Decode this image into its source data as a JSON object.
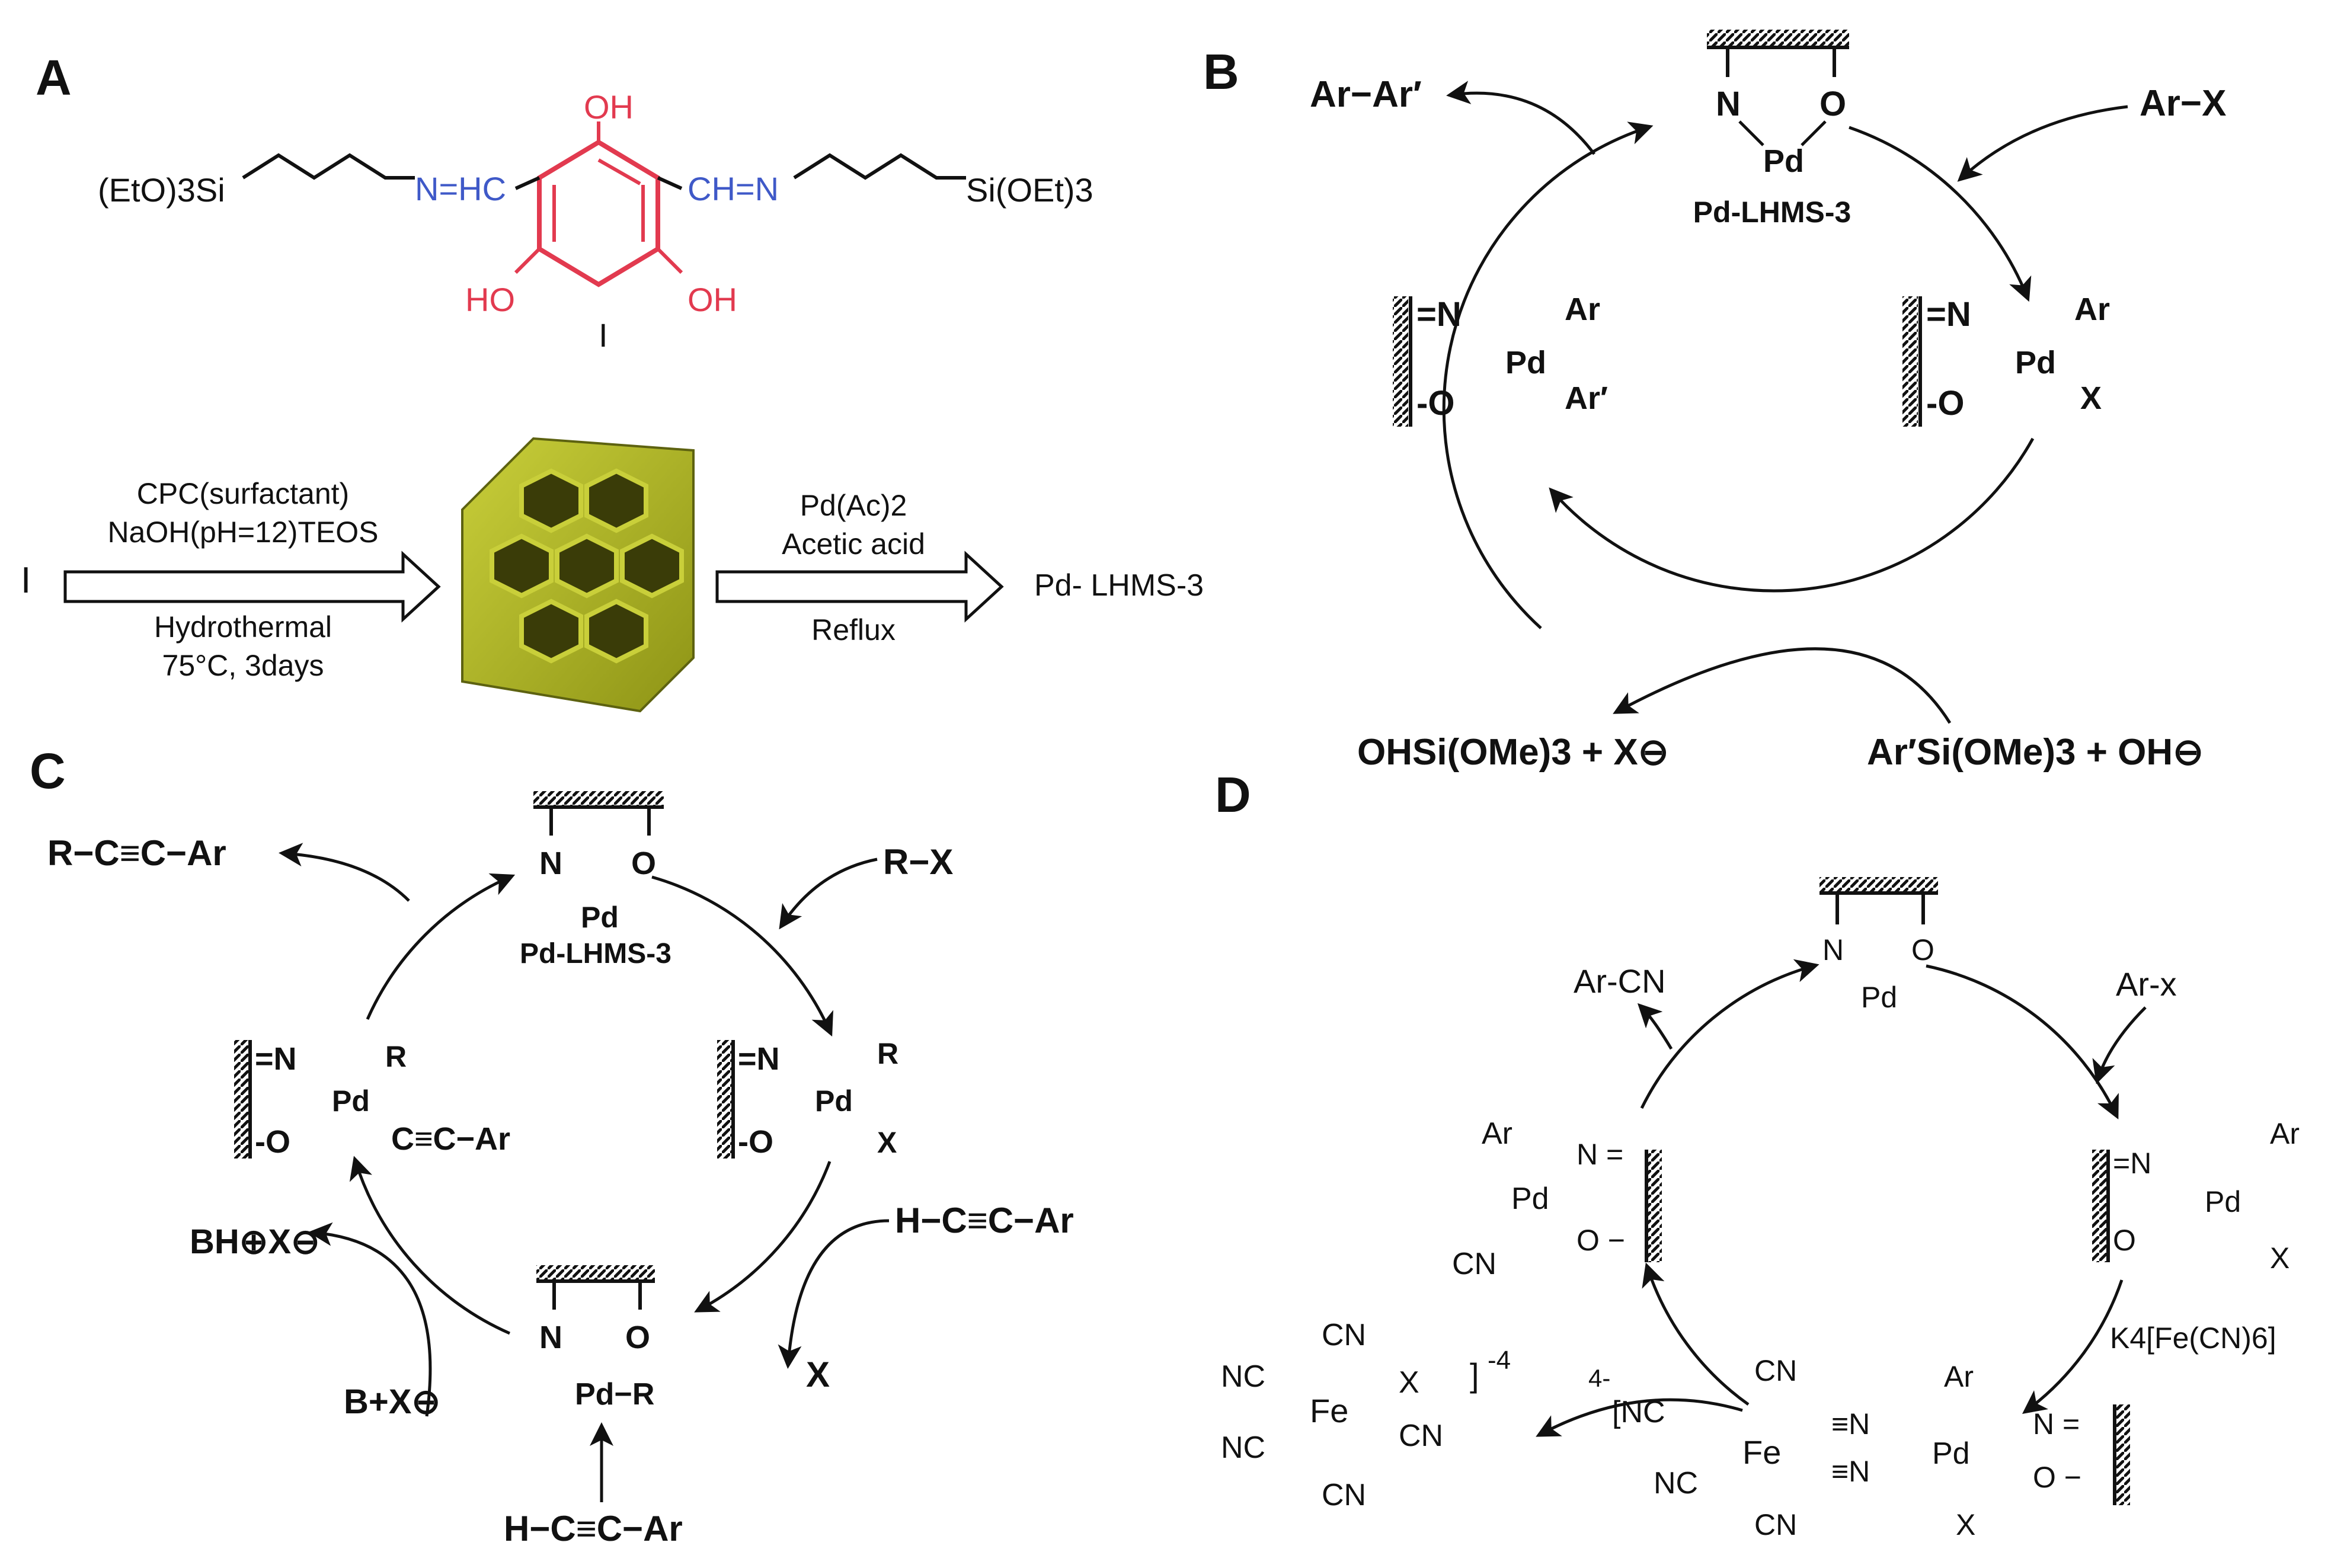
{
  "panels": {
    "a": {
      "label": "A",
      "ligand": {
        "left_silane": "(EtO)3Si",
        "left_imine": "N=HC",
        "right_imine": "CH=N",
        "right_silane": "Si(OEt)3",
        "oh_top": "OH",
        "oh_left": "HO",
        "oh_right": "OH",
        "compound_number": "I"
      },
      "step1": {
        "start": "I",
        "above1": "CPC(surfactant)",
        "above2": "NaOH(pH=12)TEOS",
        "below1": "Hydrothermal",
        "below2": "75°C, 3days"
      },
      "step2": {
        "above1": "Pd(Ac)2",
        "above2": "Acetic acid",
        "below": "Reflux",
        "product": "Pd- LHMS-3"
      }
    },
    "b": {
      "label": "B",
      "catalyst_name": "Pd-LHMS-3",
      "product": "Ar−Ar′",
      "reagent": "Ar−X",
      "byproduct": "OHSi(OMe)3 + X⊖",
      "coupling_partner": "Ar′Si(OMe)3 + OH⊖"
    },
    "c": {
      "label": "C",
      "catalyst_name": "Pd-LHMS-3",
      "product": "R−C≡C−Ar",
      "reagent": "R−X",
      "alkyne": "H−C≡C−Ar",
      "alkyne_bottom": "H−C≡C−Ar",
      "leaving": "X",
      "base": "B+X⊖",
      "salt": "BH⊕X⊖"
    },
    "d": {
      "label": "D",
      "product": "Ar-CN",
      "reagent": "Ar-x",
      "cyanide_source": "K4[Fe(CN)6]",
      "iron_complex_charge": "-4",
      "bridge_charge": "4-"
    }
  }
}
